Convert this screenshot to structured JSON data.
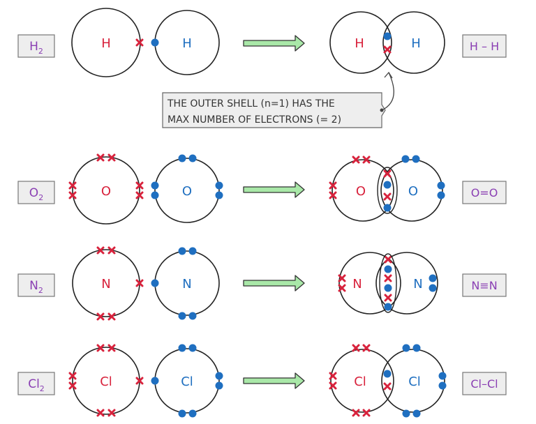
{
  "colors": {
    "electron_red": "#d8223c",
    "electron_blue": "#1f6fc0",
    "formula_purple": "#8a3fb3",
    "box_fill": "#eeeeee",
    "box_stroke": "#777777",
    "arrow_fill": "#a9e8a8",
    "arrow_stroke": "#333333",
    "line": "#222222"
  },
  "rows": [
    {
      "id": "h2",
      "formula_main": "H",
      "formula_sub": "2",
      "atom1": "H",
      "atom2": "H",
      "structural": "H – H"
    },
    {
      "id": "o2",
      "formula_main": "O",
      "formula_sub": "2",
      "atom1": "O",
      "atom2": "O",
      "structural": "O=O"
    },
    {
      "id": "n2",
      "formula_main": "N",
      "formula_sub": "2",
      "atom1": "N",
      "atom2": "N",
      "structural": "N≡N"
    },
    {
      "id": "cl2",
      "formula_main": "Cl",
      "formula_sub": "2",
      "atom1": "Cl",
      "atom2": "Cl",
      "structural": "Cl–Cl"
    }
  ],
  "annotation": {
    "line1": "THE OUTER SHELL (n=1) HAS THE",
    "line2": "MAX NUMBER OF ELECTRONS (= 2)"
  }
}
